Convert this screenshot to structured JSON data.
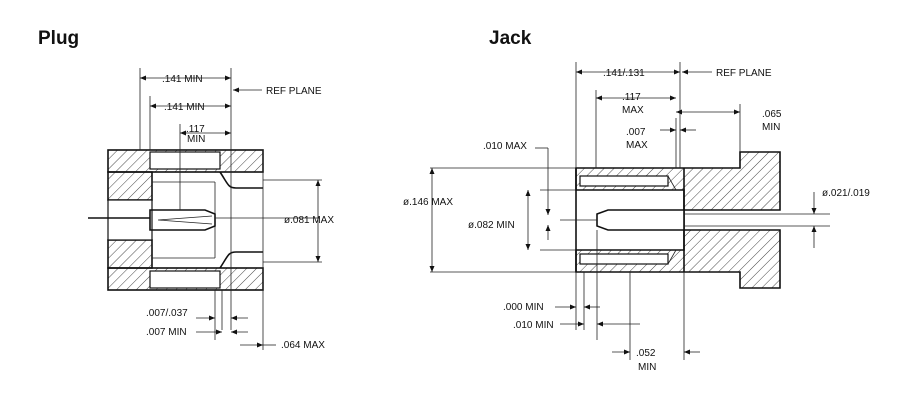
{
  "plug": {
    "title": "Plug",
    "dims": {
      "len_141_a": ".141 MIN",
      "len_141_b": ".141 MIN",
      "len_117_l1": ".117",
      "len_117_l2": "MIN",
      "ref_plane": "REF PLANE",
      "dia_081": "ø.081 MAX",
      "d_007_037": ".007/.037",
      "d_007_min": ".007 MIN",
      "d_064": ".064 MAX"
    }
  },
  "jack": {
    "title": "Jack",
    "dims": {
      "len_141_131": ".141/.131",
      "ref_plane": "REF PLANE",
      "len_117_l1": ".117",
      "len_117_l2": "MAX",
      "d_007_l1": ".007",
      "d_007_l2": "MAX",
      "d_065_l1": ".065",
      "d_065_l2": "MIN",
      "d_010_max": ".010  MAX",
      "dia_146": "ø.146 MAX",
      "dia_082": "ø.082 MIN",
      "dia_021_019": "ø.021/.019",
      "d_000_min": ".000 MIN",
      "d_010_min": ".010 MIN",
      "d_052_l1": ".052",
      "d_052_l2": "MIN"
    }
  }
}
